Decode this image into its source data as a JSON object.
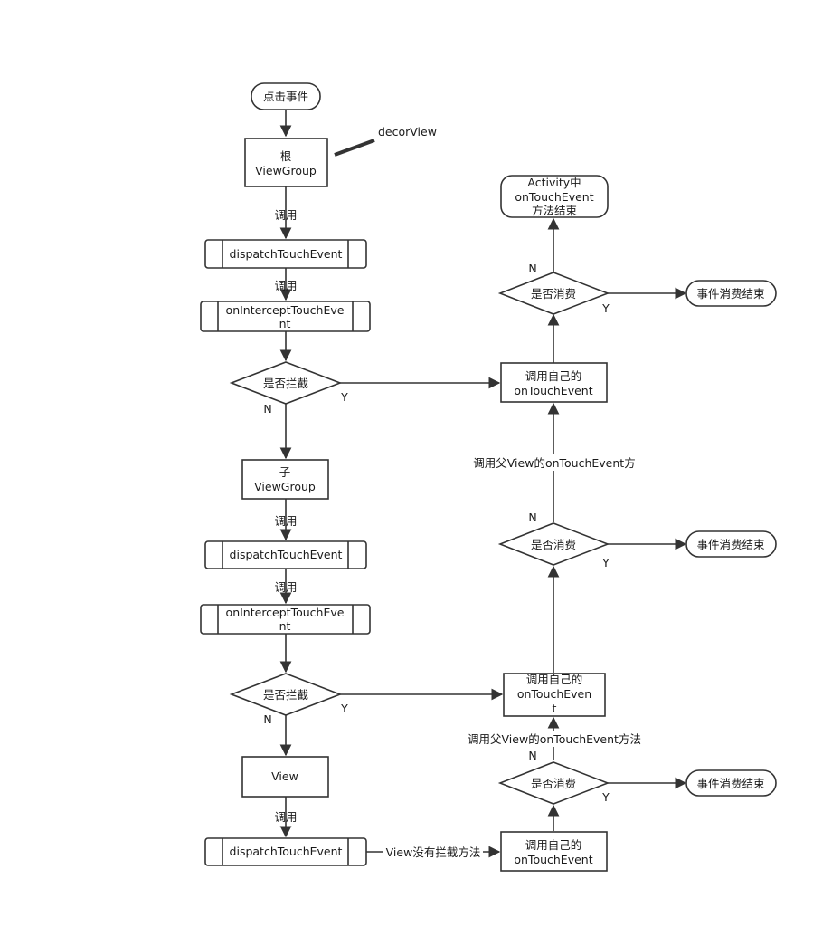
{
  "nodes": {
    "start": "点击事件",
    "root_vg": [
      "根",
      "ViewGroup"
    ],
    "decor_note": "decorView",
    "dispatch1": "dispatchTouchEvent",
    "intercept1": [
      "onInterceptTouchEve",
      "nt"
    ],
    "decide_intercept1": "是否拦截",
    "child_vg": [
      "子",
      "ViewGroup"
    ],
    "dispatch2": "dispatchTouchEvent",
    "intercept2": [
      "onInterceptTouchEve",
      "nt"
    ],
    "decide_intercept2": "是否拦截",
    "view": "View",
    "dispatch3": "dispatchTouchEvent",
    "activity_end": [
      "Activity中",
      "onTouchEvent",
      "方法结束"
    ],
    "consume_top": "是否消费",
    "end_top": "事件消费结束",
    "own_top": [
      "调用自己的",
      "onTouchEvent"
    ],
    "consume_mid": "是否消费",
    "end_mid": "事件消费结束",
    "own_mid": [
      "调用自己的",
      "onTouchEven",
      "t"
    ],
    "consume_bottom": "是否消费",
    "end_bottom": "事件消费结束",
    "own_bottom": [
      "调用自己的",
      "onTouchEvent"
    ]
  },
  "edge_labels": {
    "call1": "调用",
    "call2": "调用",
    "call3": "调用",
    "call4": "调用",
    "call5": "调用",
    "n1": "N",
    "y1": "Y",
    "n2": "N",
    "y2": "Y",
    "n_top": "N",
    "y_top": "Y",
    "n_mid": "N",
    "y_mid": "Y",
    "n_bottom": "N",
    "y_bottom": "Y",
    "parent_call_1": "调用父View的onTouchEvent方",
    "parent_call_2": "调用父View的onTouchEvent方法",
    "no_intercept": "View没有拦截方法"
  },
  "colors": {
    "stroke": "#333333",
    "text": "#1a1a1a",
    "background": "#ffffff"
  }
}
